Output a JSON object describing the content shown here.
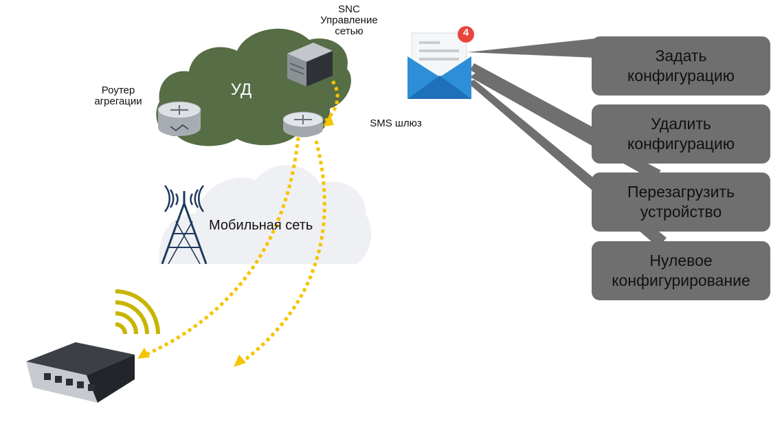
{
  "labels": {
    "snc": "SNC",
    "snc_sub_1": "Управление",
    "snc_sub_2": "сетью",
    "router_1": "Роутер",
    "router_2": "агрегации",
    "core": "УД",
    "sms_gateway": "SMS шлюз",
    "mobile_network": "Мобильная сеть"
  },
  "notification": {
    "count": "4"
  },
  "actions": [
    {
      "line1": "Задать",
      "line2": "конфигурацию"
    },
    {
      "line1": "Удалить",
      "line2": "конфигурацию"
    },
    {
      "line1": "Перезагрузить",
      "line2": "устройство"
    },
    {
      "line1": "Нулевое",
      "line2": "конфигурирование"
    }
  ],
  "colors": {
    "core_cloud": "#566d45",
    "mobile_cloud": "#eef0f3",
    "path": "#f5c400",
    "action_box": "#6f6f6f",
    "envelope": "#2f8ed8",
    "badge": "#e8453c"
  }
}
